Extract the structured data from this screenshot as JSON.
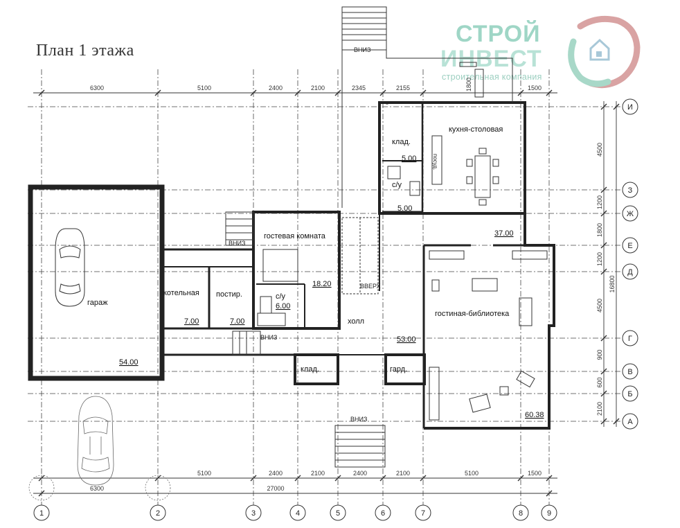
{
  "title": "План 1 этажа",
  "logo": {
    "line1": "СТРОЙ",
    "line2": "ИНВЕСТ",
    "subtitle": "строительная компания",
    "house_icon": "house-icon"
  },
  "colors": {
    "lines": "#333333",
    "grid": "#444444",
    "logo_teal": "#9fd6c6",
    "logo_red": "#d9a3a3"
  },
  "dims_top": [
    "6300",
    "5100",
    "2400",
    "2100",
    "2345",
    "2155",
    "1800",
    "1500"
  ],
  "dims_bottom": [
    "6300",
    "5100",
    "2400",
    "2100",
    "2400",
    "2100",
    "5100",
    "1500"
  ],
  "overall": "27000",
  "overall_right": "16800",
  "dims_right": [
    "4500",
    "1200",
    "1800",
    "1200",
    "4500",
    "900",
    "600",
    "2100"
  ],
  "axes_cols": [
    "1",
    "2",
    "3",
    "4",
    "5",
    "6",
    "7",
    "8",
    "9"
  ],
  "axes_rows": [
    "И",
    "З",
    "Ж",
    "Е",
    "Д",
    "Г",
    "В",
    "Б",
    "А"
  ],
  "rooms": [
    {
      "name": "гараж",
      "area": "54.00"
    },
    {
      "name": "котельная",
      "area": "7.00"
    },
    {
      "name": "постир.",
      "area": "7.00"
    },
    {
      "name": "гостевая комната",
      "area": "18.20"
    },
    {
      "name": "с/у",
      "area": "6.00"
    },
    {
      "name": "холл",
      "area": "53.00"
    },
    {
      "name": "клад.",
      "area": "5.00"
    },
    {
      "name": "с/у",
      "area": "5.00"
    },
    {
      "name": "кухня-столовая",
      "area": "37.00"
    },
    {
      "name": "гостиная-библиотека",
      "area": "60.38"
    },
    {
      "name": "клад.",
      "area": ""
    },
    {
      "name": "гард.",
      "area": ""
    }
  ],
  "stairs": [
    "ВНИЗ",
    "ВНИЗ",
    "ВНИЗ",
    "ВНИЗ",
    "ВВЕРХ"
  ],
  "appliance_label": "посуд."
}
